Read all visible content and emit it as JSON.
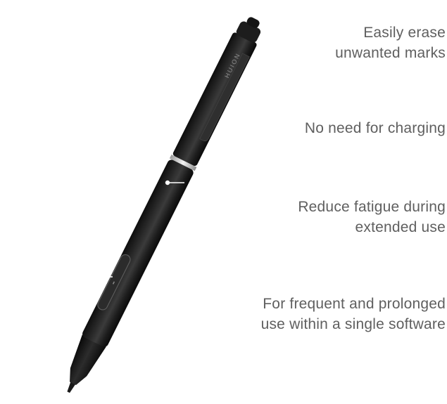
{
  "product": {
    "brand_marking": "HUION",
    "name_icon": "stylus-pen"
  },
  "callouts": [
    {
      "id": "eraser",
      "lines": [
        "Easily erase",
        "unwanted marks"
      ]
    },
    {
      "id": "battery-free",
      "lines": [
        "No need for charging"
      ]
    },
    {
      "id": "ergonomic",
      "lines": [
        "Reduce fatigue during",
        "extended use"
      ]
    },
    {
      "id": "side-buttons",
      "lines": [
        "For frequent and prolonged",
        "use within a single software"
      ]
    }
  ],
  "colors": {
    "pen_body": "#222222",
    "pen_highlight": "#4a4a4a",
    "ring": "#e6e6e6",
    "callout_text": "#5f5f5f",
    "leader_line": "#ffffff"
  }
}
